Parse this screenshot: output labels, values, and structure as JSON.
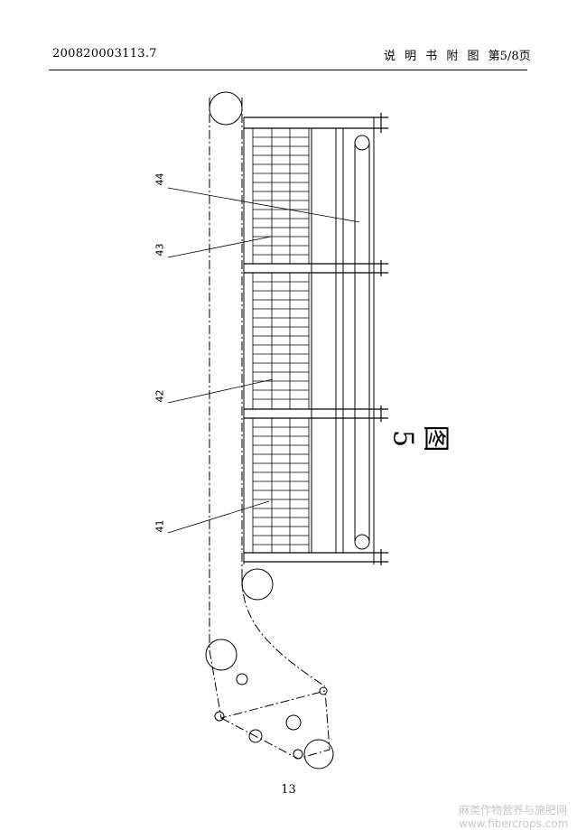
{
  "header": {
    "patent_number": "200820003113.7",
    "section_title": "说 明 书 附 图 第5/8页"
  },
  "figure": {
    "label": "图 5",
    "callouts": [
      "44",
      "43",
      "42",
      "41"
    ]
  },
  "footer": {
    "page_number": "13",
    "watermark": "麻类作物营养与施肥网 www.fibercrops.com"
  }
}
